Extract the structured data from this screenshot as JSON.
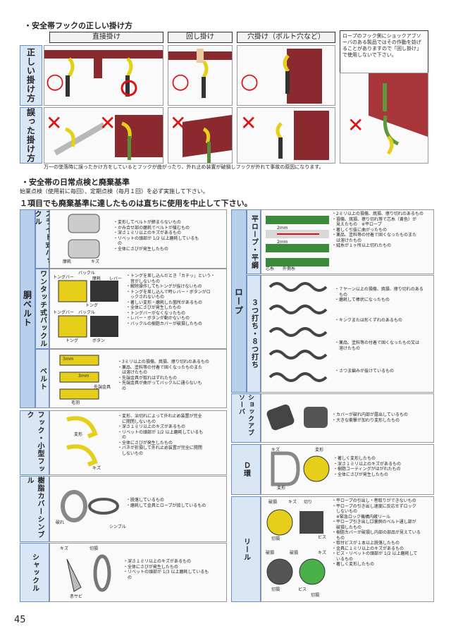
{
  "section1": {
    "title": "・安全帯フックの正しい掛け方",
    "columns": [
      "直接掛け",
      "回し掛け",
      "穴掛け（ボルト穴など）"
    ],
    "rows": [
      "正しい掛け方",
      "誤った掛け方"
    ],
    "note": "ロープのフック側にショックアブソーバのある製品ではその作動を妨げることがありますので「回し掛け」で使用しないで下さい。",
    "warning": "万一の墜落時に誤ったかけ方をしているとフックが曲がったり、外れ止め装置が破損しフックが外れて事故の原因になります。"
  },
  "section2": {
    "title": "・安全帯の日常点検と廃棄基準",
    "intro": "始業点検（使用前に毎回）、定期点検（毎月１回）を必ず実施して下さい。",
    "rule": "１項目でも廃棄基準に達したものは直ちに使用を中止して下さい。"
  },
  "left": {
    "belt_group": "胴ベルト",
    "slide": {
      "label": "スライド式バックル",
      "captions": [
        "摩耗",
        "キズ"
      ],
      "items": [
        "・変形してベルトが締まらないもの",
        "・かみ合せ部の磨耗でベルトが緩むもの",
        "・深さ１ミリ以上のキズがあるもの",
        "・リベットの頭部が 1/2 以上磨耗しているも",
        "　の",
        "・全体にさびが発生したもの"
      ]
    },
    "onetouch": {
      "label": "ワンタッチ式バックル",
      "captions": [
        "トングバー",
        "バックル",
        "摩耗",
        "レバー",
        "トング",
        "トングバー",
        "バックル",
        "トング",
        "ボタン"
      ],
      "items": [
        "・トングを差し込んだとき「カチッ」という・",
        "　音がしないもの",
        "・解除操作してもトングが抜けないもの",
        "・トングを差し込んで時レバー・ボタンがロ",
        "　ックされないもの",
        "・著しい変形・磨耗した箇所があるもの",
        "・全体にさびが発生したもの",
        "・トングバーがなくなったもの",
        "・レバー・ボタンが動かないもの",
        "・バックルの樹脂カバーが破損したもの"
      ]
    },
    "belt": {
      "label": "ベルト",
      "captions": [
        "3mm",
        "3mm",
        "先端金具",
        "毛羽"
      ],
      "items": [
        "・3ミリ以上の損傷、焼損、擦り切れのあるもの",
        "・薬品、塗料等の付着で固くなったものまた",
        "　は溶けたもの",
        "・先端金具が取れはずれたもの",
        "・先端金具が曲がってバックルに通らないも",
        "　の"
      ]
    },
    "hook": {
      "label": "フック・小型フック",
      "captions": [
        "変形",
        "キズ"
      ],
      "items": [
        "・変形、治切れによって外れ止め装置が完全",
        "　に開閉しないもの",
        "・深さ１ミリ以上のキズがあるもの",
        "・リベットの頭部が 1/2 以上磨耗しているも",
        "　の",
        "・全体にさびが発生したもの",
        "・バネが折損して外れ止め装置が完全に開閉",
        "　しないもの"
      ]
    },
    "thimble": {
      "label": "樹脂カバーシンブル",
      "captions": [
        "破れ",
        "シンブル"
      ],
      "items": [
        "・脱落しているもの",
        "・磨耗して金具とロープが接しているもの"
      ]
    },
    "shackle": {
      "label": "シャックル",
      "captions": [
        "キズ",
        "切損",
        "赤サビ"
      ],
      "items": [
        "・深さ１ミリ以上のキズがあるもの",
        "・全体にさびが発生したもの",
        "・リベットの頭部が 1/3 以上磨耗しているも",
        "　の"
      ]
    }
  },
  "right": {
    "rope_group": "ロープ",
    "flat": {
      "label": "平ロープ・平綱",
      "captions": [
        "2mm",
        "2mm",
        "芯糸",
        "外側糸"
      ],
      "items": [
        "・2ミリ以上の損傷、焼損、擦り切れのあるもの",
        "・損傷、焼損、擦り切れ等で芯糸（黄色）が",
        "　見えたもの　※平ロープ",
        "・著しく引抜に曲がったもの",
        "・薬品、塗料等の付着で固くなったものまた",
        "　は溶けたもの",
        "・縫糸が１ヶ所以上切れたもの"
      ]
    },
    "twisted": {
      "label": "３つ打ち・８つ打ち",
      "items": [
        "・７ヤーン以上の損傷、焼損、擦り切れのある",
        "　もの",
        "・磨耗して棒状になったもの",
        "・キンクまたは形くずれのあるもの",
        "・薬品、塗料等の付着で固くなったもの又は",
        "　溶けたもの",
        "・さつま編みが抜けているもの"
      ]
    },
    "absorber": {
      "label": "ショックアブソーバ",
      "items": [
        "・カバーが破れ内部が露出しているもの",
        "・大きな衝撃が加わり変形したもの"
      ]
    },
    "dring": {
      "label": "Ｄ環",
      "captions": [
        "キズ",
        "変形",
        "変形"
      ],
      "items": [
        "・著しく変形したもの",
        "・深さ１ミリ以上のキズがあるもの",
        "・樹脂コーティングがはがれたもの",
        "・全体にさびが発生したもの"
      ]
    },
    "reel": {
      "label": "リール",
      "captions": [
        "破損",
        "キズ",
        "切り",
        "ビス",
        "切損",
        "破損",
        "破損",
        "キズ",
        "切損",
        "ビス",
        "切損"
      ],
      "items": [
        "・平ロープの引出し・巻取りができないもの",
        "・平ロープの引き出し速度に反応せずロック",
        "　しないもの",
        "　※緊急ロック機構内蔵リール",
        "・平ロープ引き出し口裏側のベルト通し部が",
        "　破損したもの",
        "・樹脂カバーが破損し内部の部品が見えている",
        "　もの",
        "・取付ビスが１本以上脱落したもの",
        "・金具に１ミリ以上のキズがあるもの",
        "・ビス・リベットの頭部が 1/2 以上磨耗して",
        "　いるもの",
        "・著しく変形したもの"
      ]
    }
  },
  "page_number": "45",
  "colors": {
    "blue_label": "#d9e6f5",
    "red_mark": "#d11111",
    "beam_red": "#a8353a",
    "hook_yellow": "#e6cf1a"
  }
}
